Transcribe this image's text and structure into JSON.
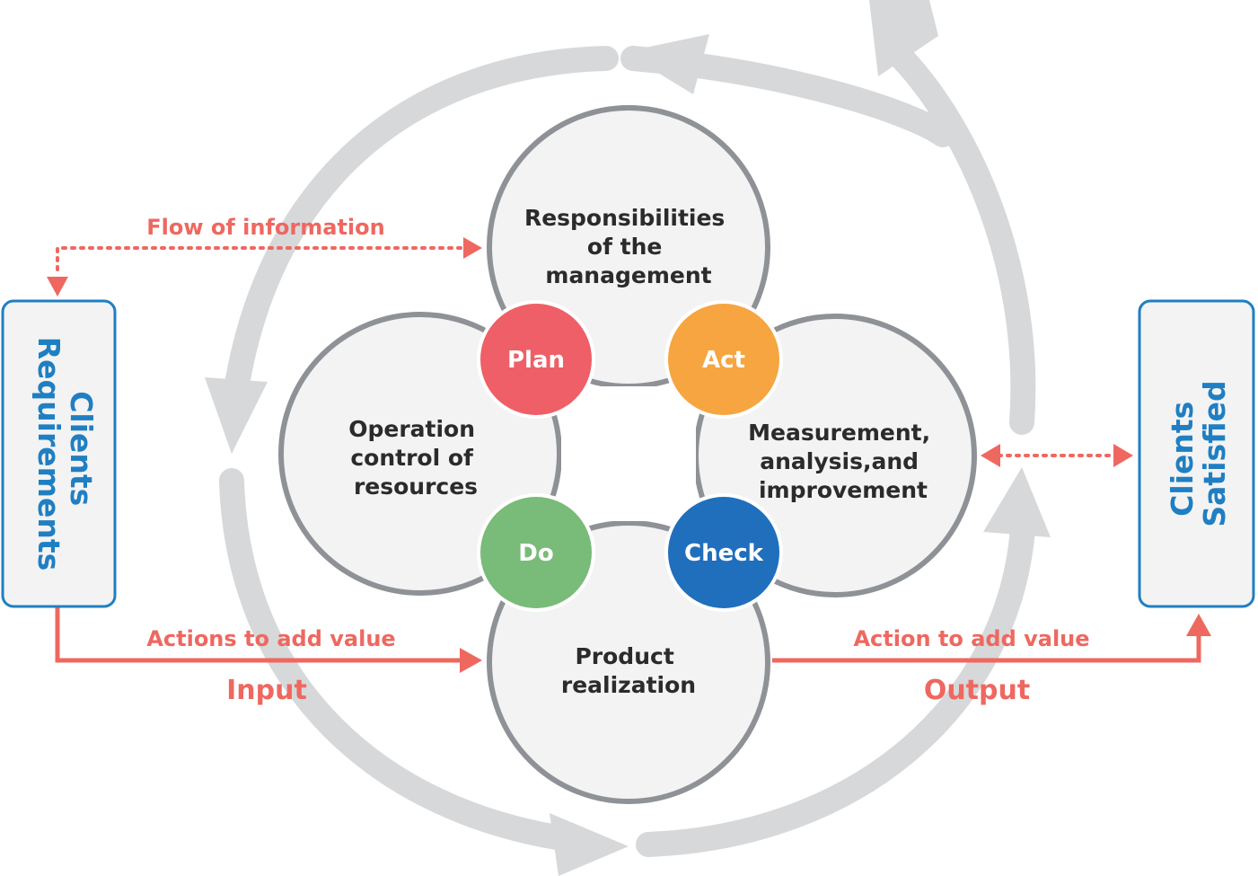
{
  "diagram": {
    "processes": {
      "management": [
        "Responsibilities",
        "of the",
        "management"
      ],
      "resources": [
        "Operation",
        "control of",
        "resources"
      ],
      "measurement": [
        "Measurement,",
        "analysis,and",
        "improvement"
      ],
      "product": [
        "Product",
        "realization"
      ]
    },
    "pdca": {
      "plan": "Plan",
      "act": "Act",
      "do": "Do",
      "check": "Check"
    },
    "left_box": [
      "Clients",
      "Requirements"
    ],
    "right_box": [
      "Clients",
      "Satisfied"
    ],
    "labels": {
      "flow_info": "Flow of information",
      "actions_left": "Actions to add value",
      "input": "Input",
      "actions_right": "Action to add value",
      "output": "Output"
    },
    "colors": {
      "plan": "#ee5f67",
      "act": "#f6a540",
      "do": "#79bb78",
      "check": "#1f6fbc",
      "accent_red": "#ee6860",
      "box_blue": "#1f7fc2",
      "circle_border": "#8e9196",
      "circle_fill": "#f3f3f3",
      "ring_gray": "#d7d8da"
    }
  }
}
